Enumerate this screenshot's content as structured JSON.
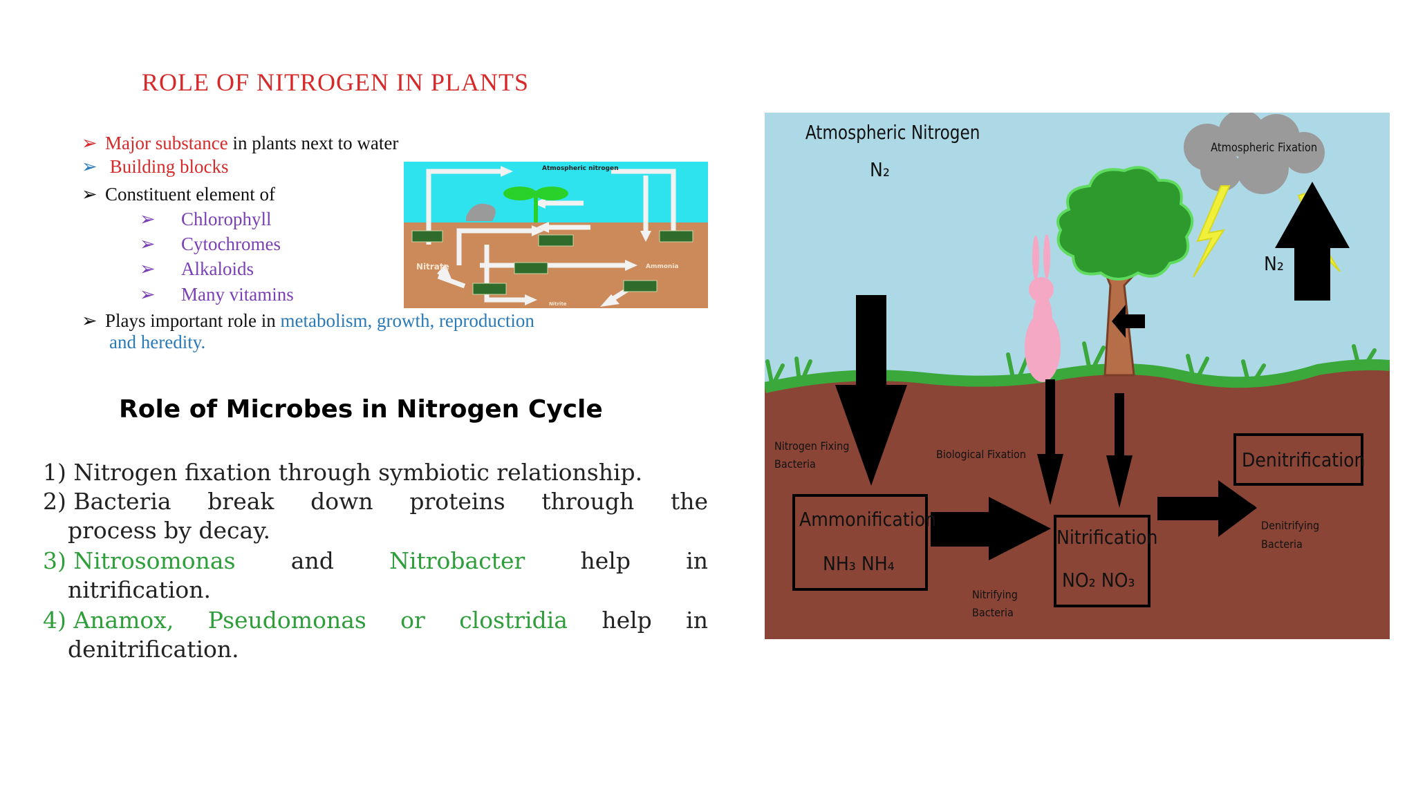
{
  "left": {
    "title": "ROLE OF NITROGEN IN PLANTS",
    "bullets": {
      "b1_red": "Major substance",
      "b1_rest": "in plants next to water",
      "b2": "Building blocks",
      "b3": "Constituent element of",
      "subs": [
        "Chlorophyll",
        "Cytochromes",
        "Alkaloids",
        "Many vitamins"
      ],
      "b4_start": "Plays important role in",
      "b4_blue1": "metabolism, growth,  reproduction",
      "b4_blue2": "and heredity."
    },
    "small_diagram": {
      "top_label": "Atmospheric nitrogen",
      "nitrate": "Nitrate",
      "ammonia": "Ammonia",
      "nitrite": "Nitrite"
    },
    "microbes_heading": "Role of Microbes in Nitrogen Cycle",
    "points": {
      "p1": "1) Nitrogen fixation through symbiotic relationship.",
      "p2_words": [
        "2) Bacteria",
        "break",
        "down",
        "proteins",
        "through",
        "the"
      ],
      "p2_cont": "process by decay.",
      "p3_words": [
        "3) Nitrosomonas",
        "and",
        "Nitrobacter",
        "help",
        "in"
      ],
      "p3_cont": "nitrification.",
      "p4_words": [
        "4) Anamox,",
        "Pseudomonas",
        "or",
        "clostridia",
        "help",
        "in"
      ],
      "p4_cont": "denitrification."
    }
  },
  "right": {
    "atm_nitrogen": "Atmospheric Nitrogen",
    "n2": "N₂",
    "atm_fixation": "Atmospheric Fixation",
    "n2_right": "N₂",
    "fixing_bacteria_1": "Nitrogen Fixing",
    "fixing_bacteria_2": "Bacteria",
    "bio_fixation": "Biological Fixation",
    "ammonification": "Ammonification",
    "ammon_formula": "NH₃ NH₄",
    "nitrification": "Nitrification",
    "nitri_formula": "NO₂  NO₃",
    "nitrifying_1": "Nitrifying",
    "nitrifying_2": "Bacteria",
    "denitrification": "Denitrification",
    "denitrifying_1": "Denitrifying",
    "denitrifying_2": "Bacteria"
  },
  "colors": {
    "title_red": "#d62a2a",
    "purple": "#7a3fb5",
    "blue": "#2a7ab8",
    "green": "#2e9e3a",
    "sky": "#add8e6",
    "soil": "#8b4536",
    "grass": "#3aa83a"
  }
}
